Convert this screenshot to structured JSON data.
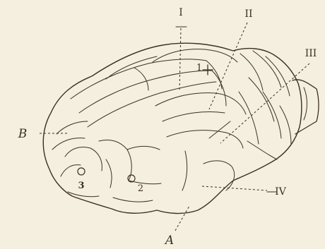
{
  "labels": {
    "I": "I",
    "II": "II",
    "III": "III",
    "IV": "IV",
    "A": "A",
    "B": "B",
    "point_1": "1",
    "point_2": "2",
    "point_3": "3"
  },
  "colors": {
    "paper": "#f4efdf",
    "ink": "#3d2f24"
  }
}
